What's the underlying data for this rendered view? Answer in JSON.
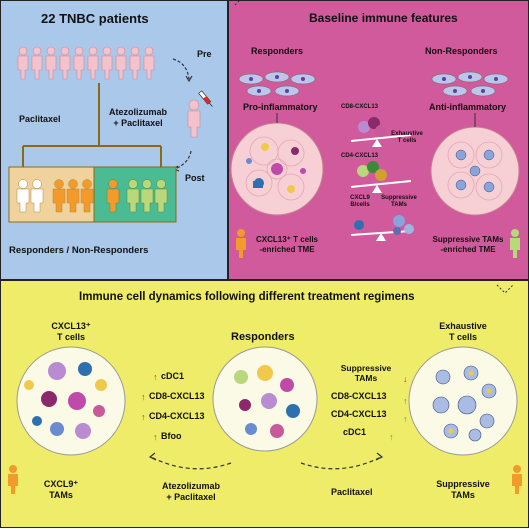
{
  "colors": {
    "blue_panel": "#a9c8ea",
    "pink_panel": "#d05a9c",
    "yellow_panel": "#eeec68",
    "patient": "#f4c2cd",
    "responder_orange": "#f29b2c",
    "nonresponder_green": "#b9d77b",
    "down_red": "#d92a2a",
    "up_green": "#27a883"
  },
  "icons": [
    "patient-figure-icon",
    "syringe-icon",
    "dashed-arrow-icon",
    "up-arrow-icon",
    "down-arrow-icon",
    "seesaw-icon",
    "cell-icon"
  ],
  "panel_a": {
    "title": "22 TNBC patients",
    "pre": "Pre",
    "post": "Post",
    "arm_left": "Paclitaxel",
    "arm_right_l1": "Atezolizumab",
    "arm_right_l2": "+ Paclitaxel",
    "footer": "Responders / Non-Responders"
  },
  "panel_b": {
    "title": "Baseline immune features",
    "responders": "Responders",
    "non_responders": "Non-Responders",
    "pro": "Pro-inflammatory",
    "anti": "Anti-inflammatory",
    "cd8": "CD8-CXCL13",
    "cd4": "CD4-CXCL13",
    "exhaustive_l1": "Exhaustive",
    "exhaustive_l2": "T cells",
    "cxcl9_l1": "CXCL9",
    "cxcl9_l2": "B/cells",
    "supp_l1": "Suppressive",
    "supp_l2": "TAMs",
    "left_caption_l1": "CXCL13⁺ T cells",
    "left_caption_l2": "-enriched TME",
    "right_caption_l1": "Suppressive TAMs",
    "right_caption_l2": "-enriched TME"
  },
  "panel_c": {
    "title": "Immune cell dynamics following different treatment regimens",
    "left_l1": "CXCL13⁺",
    "left_l2": "T cells",
    "center": "Responders",
    "right_l1": "Exhaustive",
    "right_l2": "T cells",
    "left_list": [
      "cDC1",
      "CD8-CXCL13",
      "CD4-CXCL13",
      "Bfoo"
    ],
    "right_list": [
      "Suppressive TAMs",
      "CD8-CXCL13",
      "CD4-CXCL13",
      "cDC1"
    ],
    "bottom_left_l1": "CXCL9⁺",
    "bottom_left_l2": "TAMs",
    "bottom_right_l1": "Suppressive",
    "bottom_right_l2": "TAMs",
    "arrow_left_l1": "Atezolizumab",
    "arrow_left_l2": "+ Paclitaxel",
    "arrow_right": "Paclitaxel"
  }
}
